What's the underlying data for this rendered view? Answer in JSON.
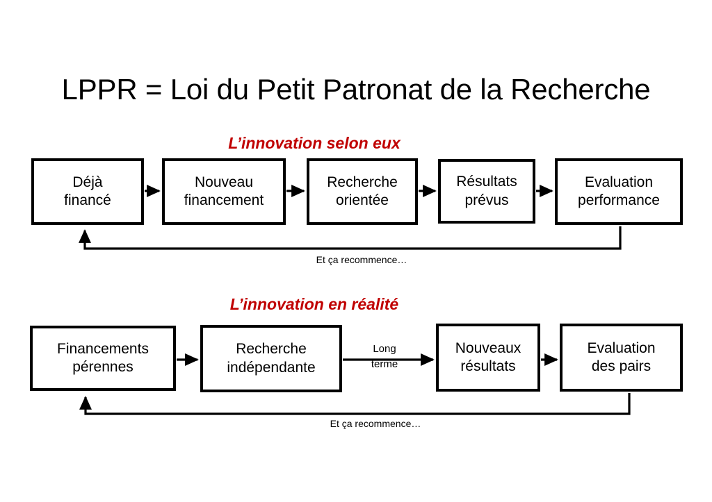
{
  "slide": {
    "title": "LPPR = Loi du Petit Patronat de la Recherche",
    "background_color": "#FFFFFF",
    "text_color": "#000000",
    "accent_color": "#C00000"
  },
  "sections": [
    {
      "caption": "L’innovation selon eux",
      "caption_color": "#C00000",
      "boxes": [
        {
          "line1": "Déjà",
          "line2": "financé"
        },
        {
          "line1": "Nouveau",
          "line2": "financement"
        },
        {
          "line1": "Recherche",
          "line2": "orientée"
        },
        {
          "line1": "Résultats",
          "line2": "prévus"
        },
        {
          "line1": "Evaluation",
          "line2": "performance"
        }
      ],
      "loop_label": "Et ça recommence…"
    },
    {
      "caption": "L’innovation en réalité",
      "caption_color": "#C00000",
      "boxes": [
        {
          "line1": "Financements",
          "line2": "pérennes"
        },
        {
          "line1": "Recherche",
          "line2": "indépendante"
        },
        {
          "line1": "Nouveaux",
          "line2": "résultats"
        },
        {
          "line1": "Evaluation",
          "line2": "des pairs"
        }
      ],
      "edge_label": {
        "line1": "Long",
        "line2": "terme"
      },
      "loop_label": "Et ça recommence…"
    }
  ]
}
